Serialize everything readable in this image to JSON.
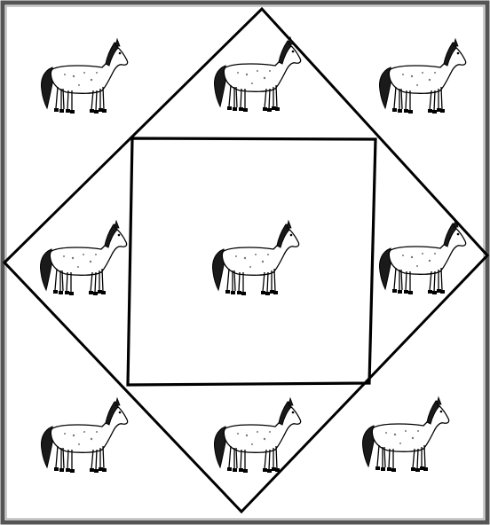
{
  "puzzle": {
    "figure": "nested-squares",
    "regions": [
      {
        "name": "outer-corner-top-left",
        "horses": 1
      },
      {
        "name": "diamond-top",
        "horses": 1
      },
      {
        "name": "outer-corner-top-right",
        "horses": 1
      },
      {
        "name": "diamond-left",
        "horses": 1
      },
      {
        "name": "inner-square",
        "horses": 1
      },
      {
        "name": "diamond-right",
        "horses": 1
      },
      {
        "name": "outer-corner-bottom-left",
        "horses": 1
      },
      {
        "name": "diamond-bottom",
        "horses": 1
      },
      {
        "name": "outer-corner-bottom-right",
        "horses": 1
      }
    ],
    "total_horses": 9,
    "icon": "horse-icon",
    "colors": {
      "line": "#000000",
      "frame": "#555555",
      "horse_body": "#ffffff",
      "horse_mane": "#1a1a1a"
    }
  }
}
